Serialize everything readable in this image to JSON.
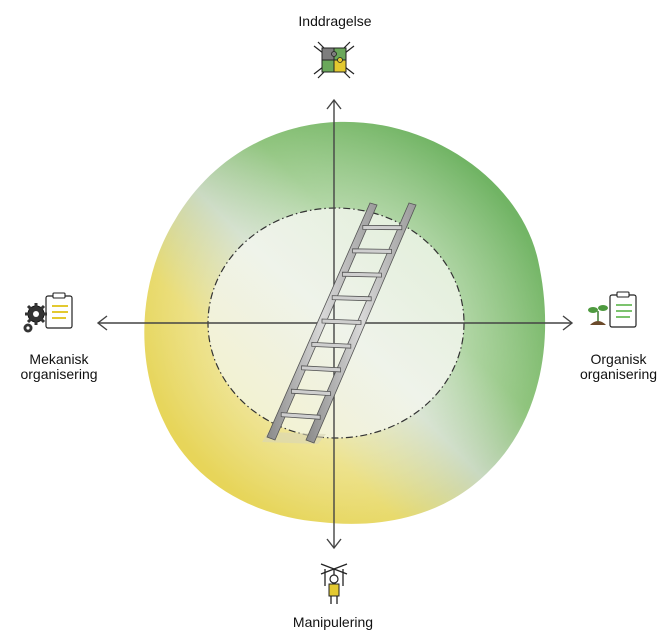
{
  "axes": {
    "top": {
      "label": "Inddragelse",
      "icon": "puzzle-hands-icon"
    },
    "bottom": {
      "label": "Manipulering",
      "icon": "puppet-icon"
    },
    "left": {
      "line1": "Mekanisk",
      "line2": "organisering",
      "icon": "gears-clipboard-icon"
    },
    "right": {
      "line1": "Organisk",
      "line2": "organisering",
      "icon": "sprout-clipboard-icon"
    }
  },
  "colors": {
    "green": "#6bb35f",
    "yellow": "#e3d24a",
    "inner": "#eef3e4",
    "ladder": "#b9b9b9",
    "axis": "#444444"
  },
  "center_icon": "ladder-icon"
}
